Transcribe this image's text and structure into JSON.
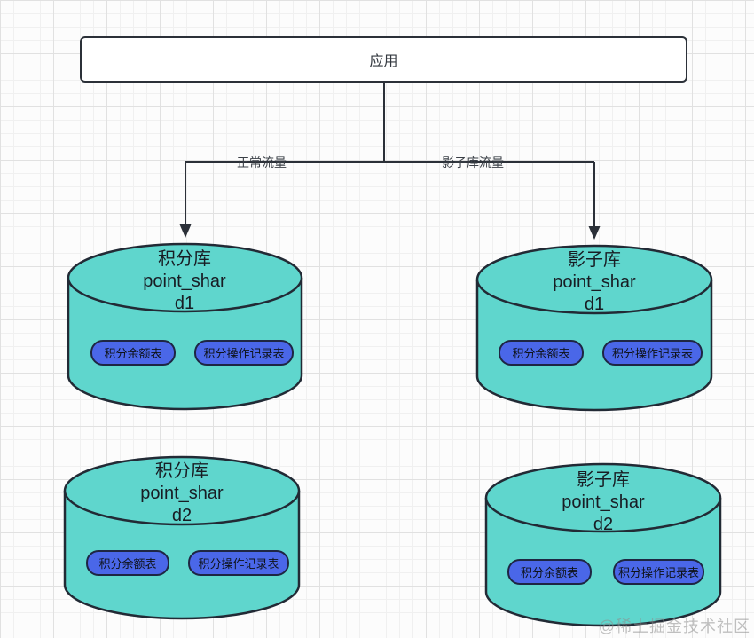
{
  "app": {
    "label": "应用"
  },
  "flows": {
    "left": "正常流量",
    "right": "影子库流量"
  },
  "databases": [
    {
      "name": "积分库",
      "subtitle": "point_shar",
      "shard": "d1",
      "tables": [
        "积分余额表",
        "积分操作记录表"
      ]
    },
    {
      "name": "影子库",
      "subtitle": "point_shar",
      "shard": "d1",
      "tables": [
        "积分余额表",
        "积分操作记录表"
      ]
    },
    {
      "name": "积分库",
      "subtitle": "point_shar",
      "shard": "d2",
      "tables": [
        "积分余额表",
        "积分操作记录表"
      ]
    },
    {
      "name": "影子库",
      "subtitle": "point_shar",
      "shard": "d2",
      "tables": [
        "积分余额表",
        "积分操作记录表"
      ]
    }
  ],
  "watermark": "@稀土掘金技术社区",
  "colors": {
    "cylinder_fill": "#5fd6cd",
    "table_fill": "#4a67e8",
    "stroke": "#2b3038"
  }
}
